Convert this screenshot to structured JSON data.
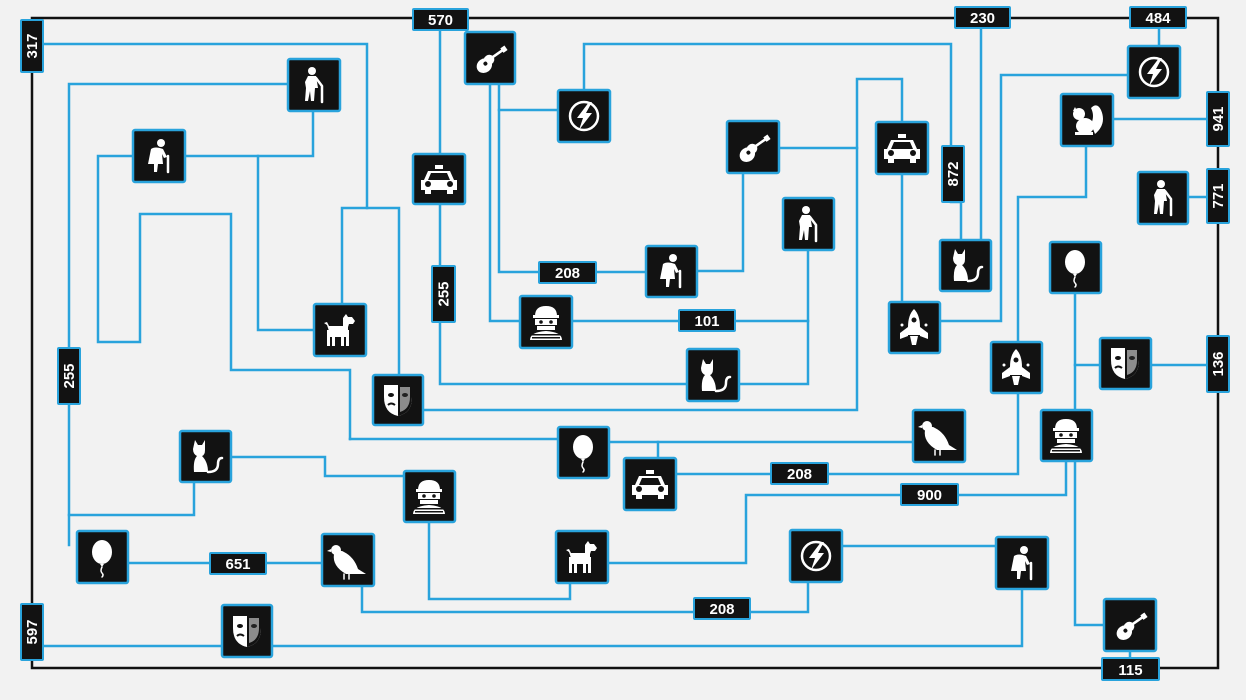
{
  "diagram": {
    "theme": {
      "wire_color": "#29a3dc",
      "node_fill": "#121212",
      "frame_color": "#111111",
      "background": "#f2f2f2"
    },
    "labels": {
      "l570": "570",
      "l230": "230",
      "l484": "484",
      "l317": "317",
      "l941": "941",
      "l771": "771",
      "l872": "872",
      "l255a": "255",
      "l208a": "208",
      "l101": "101",
      "l255b": "255",
      "l136": "136",
      "l208b": "208",
      "l900": "900",
      "l651": "651",
      "l208c": "208",
      "l597": "597",
      "l115": "115"
    },
    "nodes": [
      {
        "id": "guitar-1",
        "icon": "guitar-icon"
      },
      {
        "id": "flash-1",
        "icon": "flash-icon"
      },
      {
        "id": "flash-2",
        "icon": "flash-icon"
      },
      {
        "id": "walker-1",
        "icon": "walker-icon"
      },
      {
        "id": "elder-1",
        "icon": "elder-icon"
      },
      {
        "id": "taxi-1",
        "icon": "taxi-icon"
      },
      {
        "id": "guitar-2",
        "icon": "guitar-icon"
      },
      {
        "id": "taxi-2",
        "icon": "taxi-icon"
      },
      {
        "id": "squirrel",
        "icon": "squirrel-icon"
      },
      {
        "id": "walker-2",
        "icon": "walker-icon"
      },
      {
        "id": "walker-3",
        "icon": "walker-icon"
      },
      {
        "id": "cat-1",
        "icon": "cat-icon"
      },
      {
        "id": "balloon-1",
        "icon": "balloon-icon"
      },
      {
        "id": "elder-2",
        "icon": "elder-icon"
      },
      {
        "id": "burglar-1",
        "icon": "burglar-icon"
      },
      {
        "id": "dog-1",
        "icon": "dog-icon"
      },
      {
        "id": "rocket-1",
        "icon": "rocket-icon"
      },
      {
        "id": "rocket-2",
        "icon": "rocket-icon"
      },
      {
        "id": "masks-1",
        "icon": "masks-icon"
      },
      {
        "id": "cat-2",
        "icon": "cat-icon"
      },
      {
        "id": "masks-2",
        "icon": "masks-icon"
      },
      {
        "id": "burglar-2",
        "icon": "burglar-icon"
      },
      {
        "id": "pigeon-1",
        "icon": "pigeon-icon"
      },
      {
        "id": "balloon-2",
        "icon": "balloon-icon"
      },
      {
        "id": "taxi-3",
        "icon": "taxi-icon"
      },
      {
        "id": "cat-3",
        "icon": "cat-icon"
      },
      {
        "id": "burglar-3",
        "icon": "burglar-icon"
      },
      {
        "id": "balloon-3",
        "icon": "balloon-icon"
      },
      {
        "id": "pigeon-2",
        "icon": "pigeon-icon"
      },
      {
        "id": "dog-2",
        "icon": "dog-icon"
      },
      {
        "id": "flash-3",
        "icon": "flash-icon"
      },
      {
        "id": "elder-3",
        "icon": "elder-icon"
      },
      {
        "id": "masks-3",
        "icon": "masks-icon"
      },
      {
        "id": "guitar-3",
        "icon": "guitar-icon"
      }
    ]
  }
}
